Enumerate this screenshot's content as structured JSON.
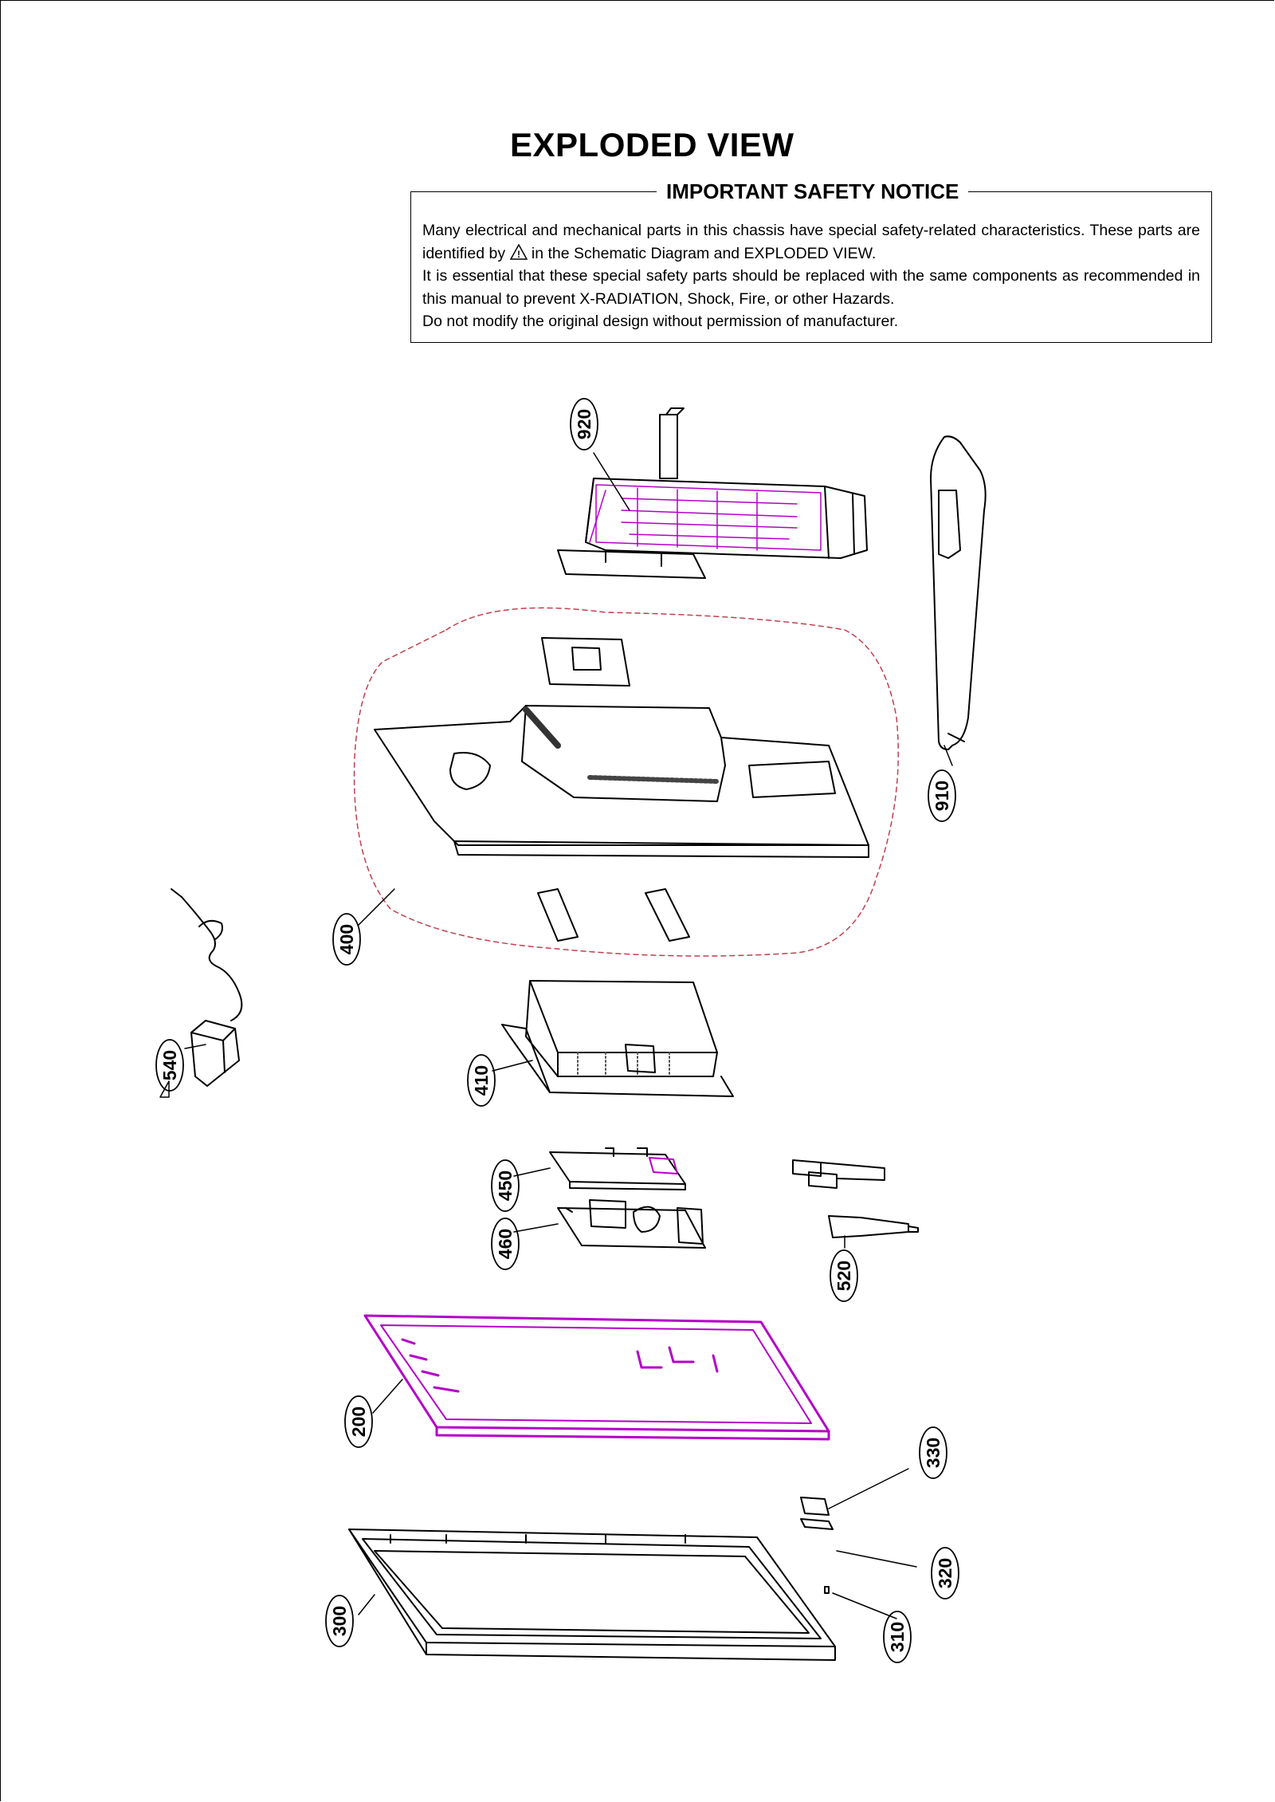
{
  "title": "EXPLODED VIEW",
  "notice": {
    "heading": "IMPORTANT SAFETY NOTICE",
    "line1_pre": "Many electrical and mechanical parts in this chassis have special safety-related characteristics. These parts are identified by",
    "line1_post": "in the Schematic Diagram and EXPLODED VIEW.",
    "line2": "It is essential that these special safety parts should be replaced with the same components as recommended in this manual to prevent X-RADIATION, Shock, Fire, or other Hazards.",
    "line3": "Do not modify the original design without permission of manufacturer."
  },
  "parts": {
    "p920": "920",
    "p910": "910",
    "p400": "400",
    "p540": "540",
    "p410": "410",
    "p450": "450",
    "p460": "460",
    "p520": "520",
    "p200": "200",
    "p330": "330",
    "p320": "320",
    "p310": "310",
    "p300": "300"
  },
  "colors": {
    "line": "#000000",
    "highlight": "#b400c8",
    "dashed_outline": "#c04050"
  }
}
